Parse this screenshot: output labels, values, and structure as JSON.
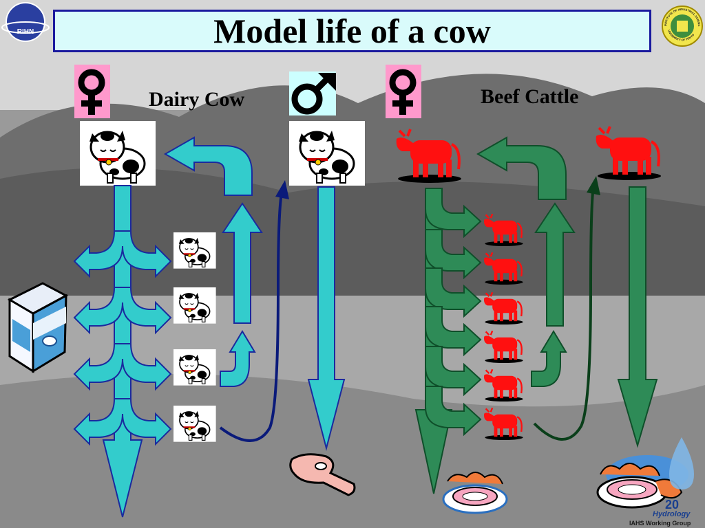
{
  "header": {
    "title": "Model life of a cow"
  },
  "labels": {
    "dairy": "Dairy Cow",
    "beef": "Beef Cattle"
  },
  "logos": {
    "left": "RIHN",
    "right_top": "INSTITUTE OF INDUSTRIAL SCIENCE",
    "right_bottom": "UNIVERSITY OF TOKYO"
  },
  "footer": {
    "number": "20",
    "word": "Hydrology",
    "group": "IAHS Working Group"
  },
  "colors": {
    "dairy_arrow": "#33cccc",
    "beef_arrow": "#2e8b57",
    "dairy_outline": "#1a2a9e",
    "beef_outline": "#0f4f2a",
    "female_bg": "#ff99cc",
    "male_bg": "#ccffff"
  },
  "icons": [
    "female-symbol-icon",
    "male-symbol-icon",
    "dairy-cow-icon",
    "beef-cow-icon",
    "milk-carton-icon",
    "steak-icon",
    "meat-plate-icon"
  ]
}
